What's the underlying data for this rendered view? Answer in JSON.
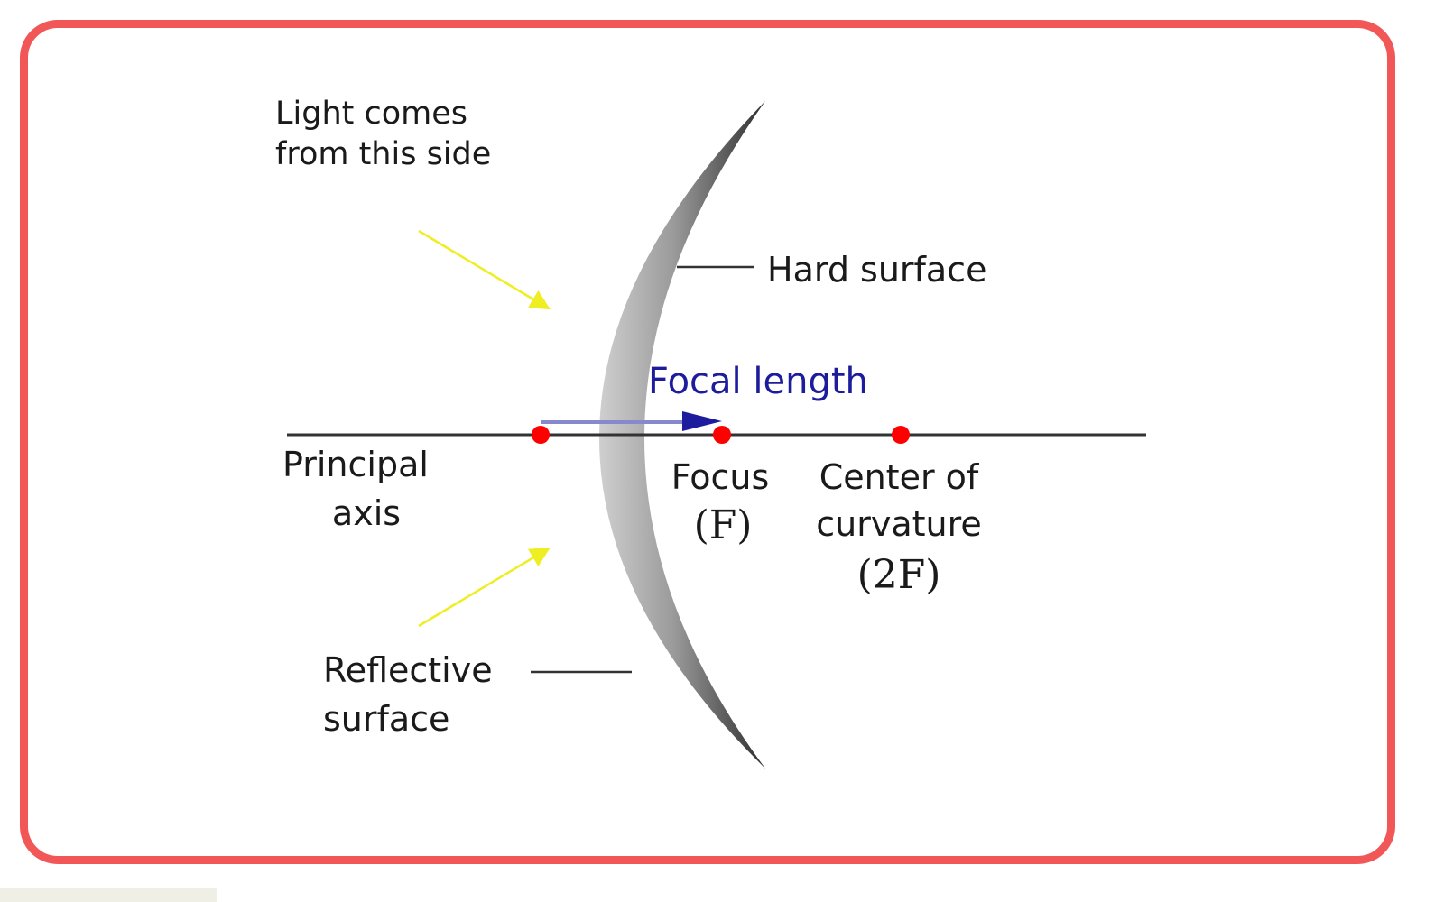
{
  "labels": {
    "light_line1": "Light comes",
    "light_line2": "from this side",
    "hard_surface": "Hard surface",
    "focal_length": "Focal length",
    "principal_line1": "Principal",
    "principal_line2": "axis",
    "focus_line1": "Focus",
    "focus_line2": "(F)",
    "center_line1": "Center of",
    "center_line2": "curvature",
    "center_line3": "(2F)",
    "reflective_line1": "Reflective",
    "reflective_line2": "surface"
  },
  "colors": {
    "frame_border": "#f25757",
    "point": "#ff0000",
    "light_arrow": "#f0f020",
    "focal_arrow": "#1c1c9c",
    "mirror_light": "#c8c8c8",
    "mirror_dark": "#3a3a3a"
  }
}
